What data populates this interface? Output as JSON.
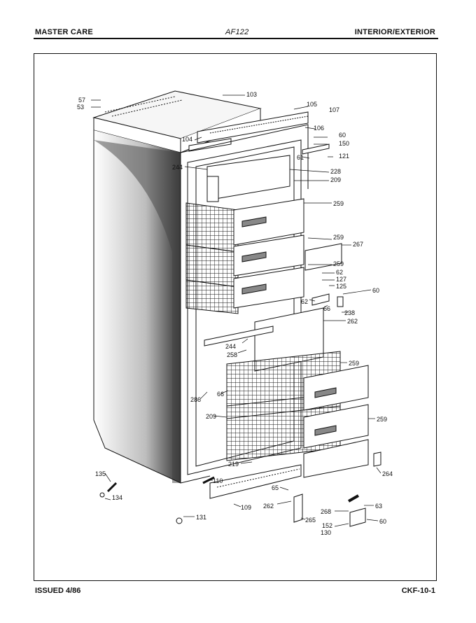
{
  "header": {
    "brand": "MASTER CARE",
    "model": "AF122",
    "section": "INTERIOR/EXTERIOR"
  },
  "footer": {
    "issued": "ISSUED 4/86",
    "page_code": "CKF-10-1"
  },
  "callouts": [
    {
      "id": "c57",
      "text": "57"
    },
    {
      "id": "c53",
      "text": "53"
    },
    {
      "id": "c103",
      "text": "103"
    },
    {
      "id": "c105",
      "text": "105"
    },
    {
      "id": "c107",
      "text": "107"
    },
    {
      "id": "c106",
      "text": "106"
    },
    {
      "id": "c104",
      "text": "104"
    },
    {
      "id": "c60a",
      "text": "60"
    },
    {
      "id": "c150",
      "text": "150"
    },
    {
      "id": "c61",
      "text": "61"
    },
    {
      "id": "c121",
      "text": "121"
    },
    {
      "id": "c244a",
      "text": "244"
    },
    {
      "id": "c228",
      "text": "228"
    },
    {
      "id": "c209a",
      "text": "209"
    },
    {
      "id": "c259a",
      "text": "259"
    },
    {
      "id": "c259b",
      "text": "259"
    },
    {
      "id": "c267",
      "text": "267"
    },
    {
      "id": "c259c",
      "text": "259"
    },
    {
      "id": "c62a",
      "text": "62"
    },
    {
      "id": "c127",
      "text": "127"
    },
    {
      "id": "c125",
      "text": "125"
    },
    {
      "id": "c60b",
      "text": "60"
    },
    {
      "id": "c62b",
      "text": "62"
    },
    {
      "id": "c66a",
      "text": "66"
    },
    {
      "id": "c238",
      "text": "238"
    },
    {
      "id": "c262a",
      "text": "262"
    },
    {
      "id": "c244b",
      "text": "244"
    },
    {
      "id": "c258",
      "text": "258"
    },
    {
      "id": "c259d",
      "text": "259"
    },
    {
      "id": "c286",
      "text": "286"
    },
    {
      "id": "c66b",
      "text": "66"
    },
    {
      "id": "c209b",
      "text": "209"
    },
    {
      "id": "c259e",
      "text": "259"
    },
    {
      "id": "c219",
      "text": "219"
    },
    {
      "id": "c135",
      "text": "135"
    },
    {
      "id": "c264",
      "text": "264"
    },
    {
      "id": "c110",
      "text": "110"
    },
    {
      "id": "c134",
      "text": "134"
    },
    {
      "id": "c65",
      "text": "65"
    },
    {
      "id": "c262b",
      "text": "262"
    },
    {
      "id": "c109",
      "text": "109"
    },
    {
      "id": "c63",
      "text": "63"
    },
    {
      "id": "c268",
      "text": "268"
    },
    {
      "id": "c131",
      "text": "131"
    },
    {
      "id": "c265",
      "text": "265"
    },
    {
      "id": "c60c",
      "text": "60"
    },
    {
      "id": "c152",
      "text": "152"
    },
    {
      "id": "c130",
      "text": "130"
    }
  ]
}
